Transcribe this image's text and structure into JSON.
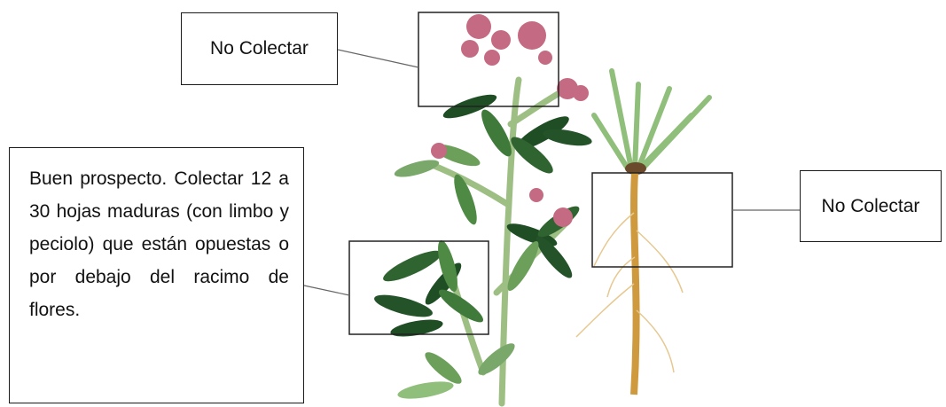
{
  "labels": {
    "flower_note": "No Colectar",
    "root_note": "No Colectar",
    "leaf_note": "Buen prospecto. Colectar 12 a 30 hojas maduras (con limbo y peciolo) que están opuestas o por debajo del racimo de flores."
  },
  "colors": {
    "leaf_dark": "#1f4d24",
    "leaf_light": "#6c9f5a",
    "stem": "#9dbf84",
    "flower": "#c46a82",
    "root": "#cf9a3e",
    "frame": "#222222"
  }
}
